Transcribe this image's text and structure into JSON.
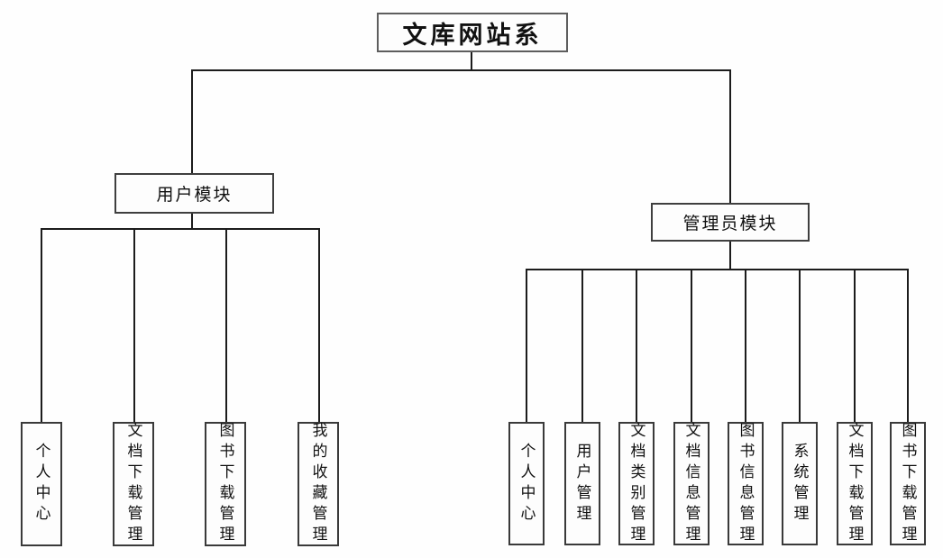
{
  "diagram": {
    "title": "文库网站系",
    "root": {
      "label": "文库网站系"
    },
    "branches": [
      {
        "label": "用户模块",
        "children": [
          "个人中心",
          "文档下载管理",
          "图书下载管理",
          "我的收藏管理"
        ]
      },
      {
        "label": "管理员模块",
        "children": [
          "个人中心",
          "用户管理",
          "文档类别管理",
          "文档信息管理",
          "图书信息管理",
          "系统管理",
          "文档下载管理",
          "图书下载管理"
        ]
      }
    ],
    "colors": {
      "line": "#1c1c1c",
      "box_border": "#4a4a4a",
      "text": "#111111",
      "background": "#ffffff"
    }
  }
}
